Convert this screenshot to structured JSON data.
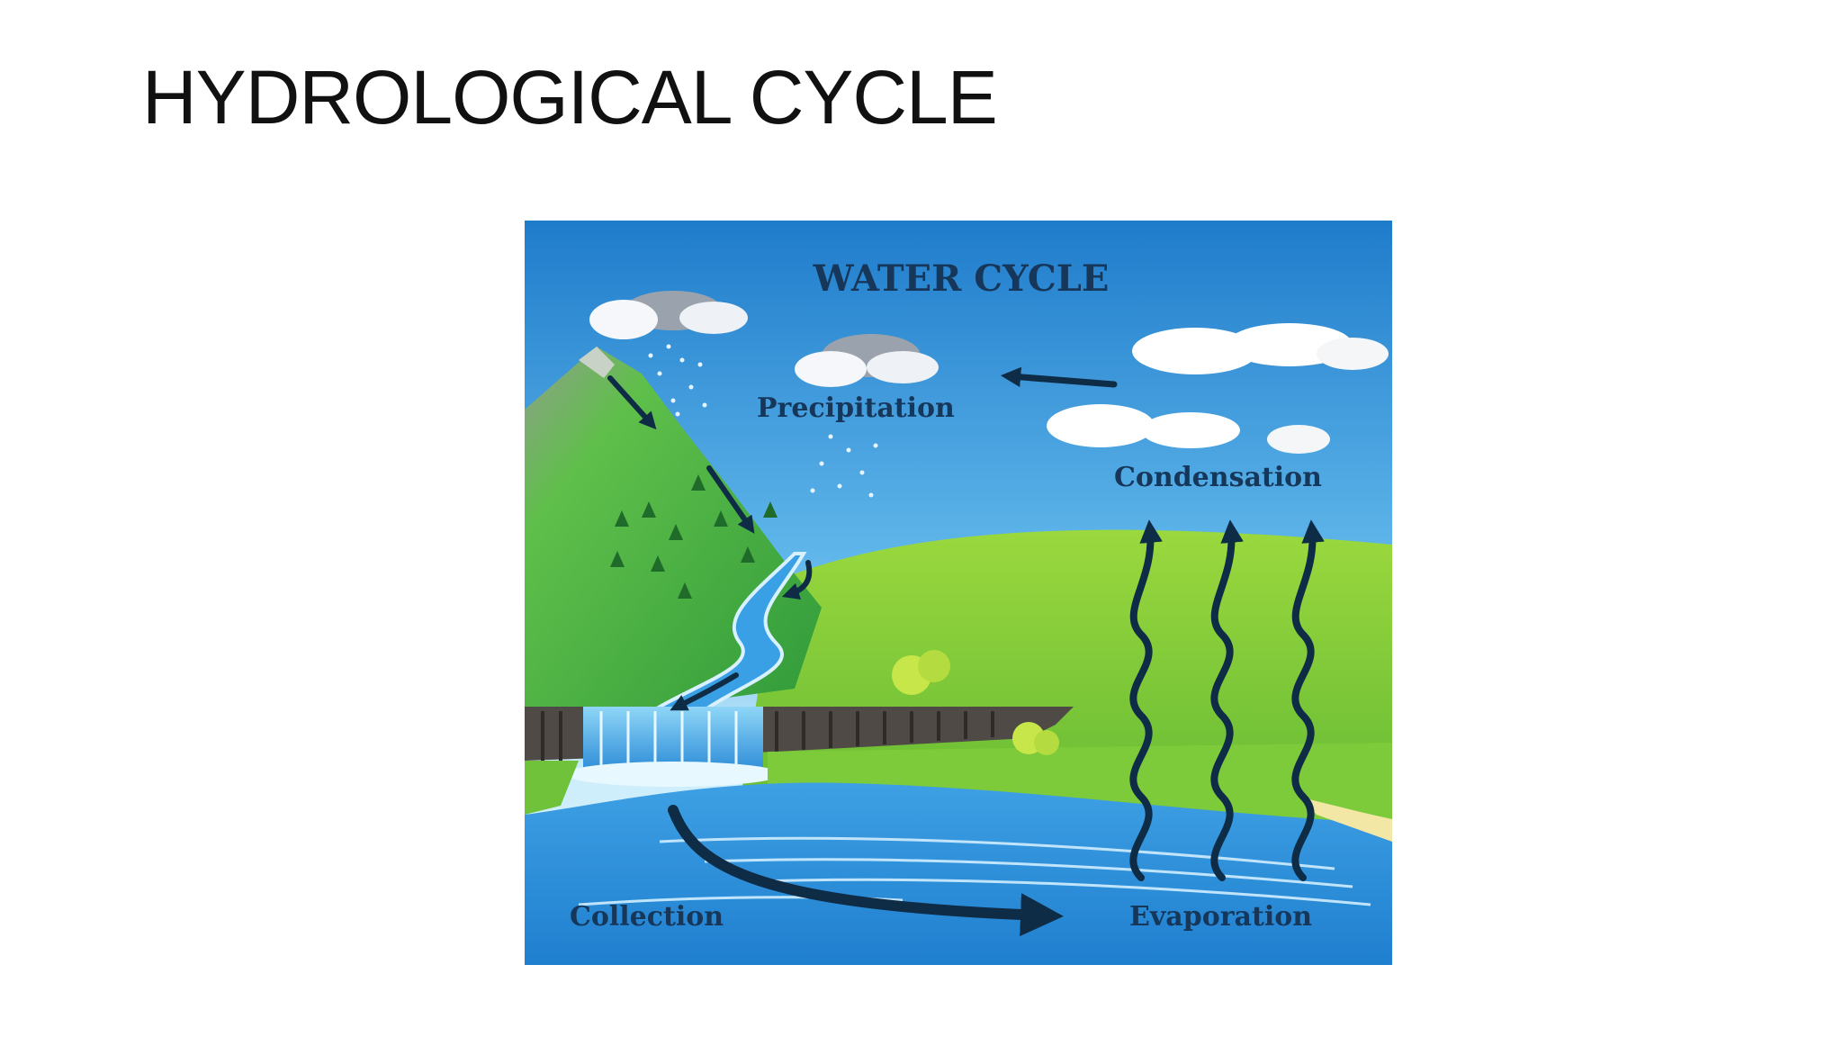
{
  "slide": {
    "title": "HYDROLOGICAL CYCLE"
  },
  "diagram": {
    "heading": "WATER CYCLE",
    "labels": {
      "precipitation": "Precipitation",
      "condensation": "Condensation",
      "collection": "Collection",
      "evaporation": "Evaporation"
    }
  },
  "colors": {
    "sky_top": "#1e7fd0",
    "sky_bottom": "#cfeefb",
    "hill": "#46b23a",
    "meadow": "#8ed13a",
    "water": "#2d8fd8",
    "label": "#16375a",
    "arrow": "#0f2c46"
  }
}
